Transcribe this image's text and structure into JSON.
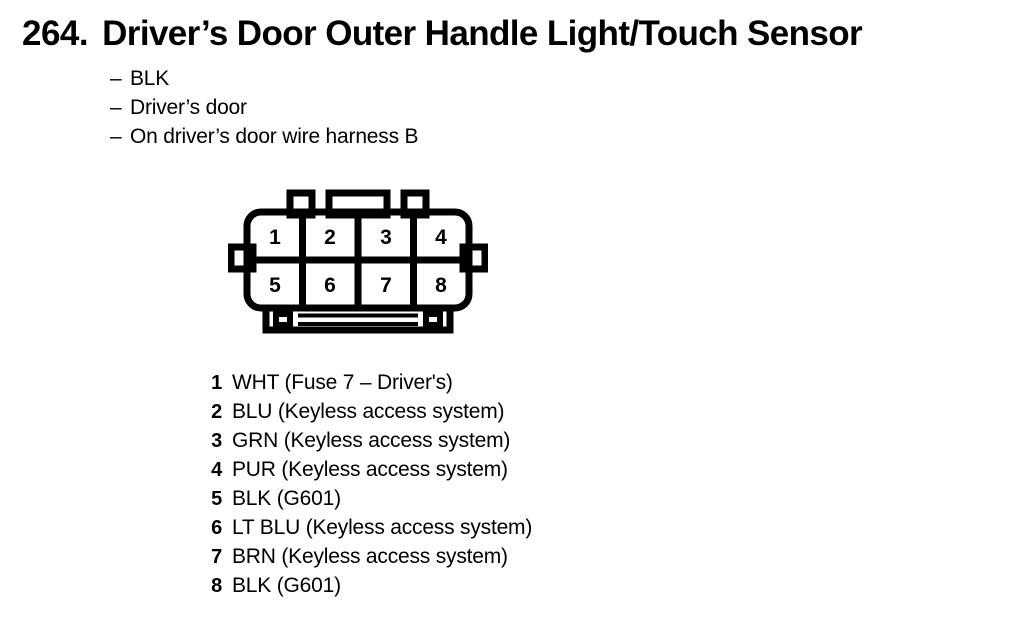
{
  "page": {
    "item_number": "264.",
    "title": "Driver’s Door Outer Handle Light/Touch Sensor"
  },
  "notes": {
    "dash": "–",
    "items": [
      "BLK",
      "Driver’s door",
      "On driver’s door wire harness B"
    ]
  },
  "connector": {
    "cavity_labels_top": [
      "1",
      "2",
      "3",
      "4"
    ],
    "cavity_labels_bottom": [
      "5",
      "6",
      "7",
      "8"
    ],
    "cavity_count": 8,
    "color": "#000000"
  },
  "pin_list": [
    {
      "pin": "1",
      "desc": "WHT (Fuse 7 – Driver's)"
    },
    {
      "pin": "2",
      "desc": "BLU (Keyless access system)"
    },
    {
      "pin": "3",
      "desc": "GRN (Keyless access system)"
    },
    {
      "pin": "4",
      "desc": "PUR (Keyless access system)"
    },
    {
      "pin": "5",
      "desc": "BLK (G601)"
    },
    {
      "pin": "6",
      "desc": "LT BLU (Keyless access system)"
    },
    {
      "pin": "7",
      "desc": "BRN (Keyless access system)"
    },
    {
      "pin": "8",
      "desc": "BLK (G601)"
    }
  ]
}
